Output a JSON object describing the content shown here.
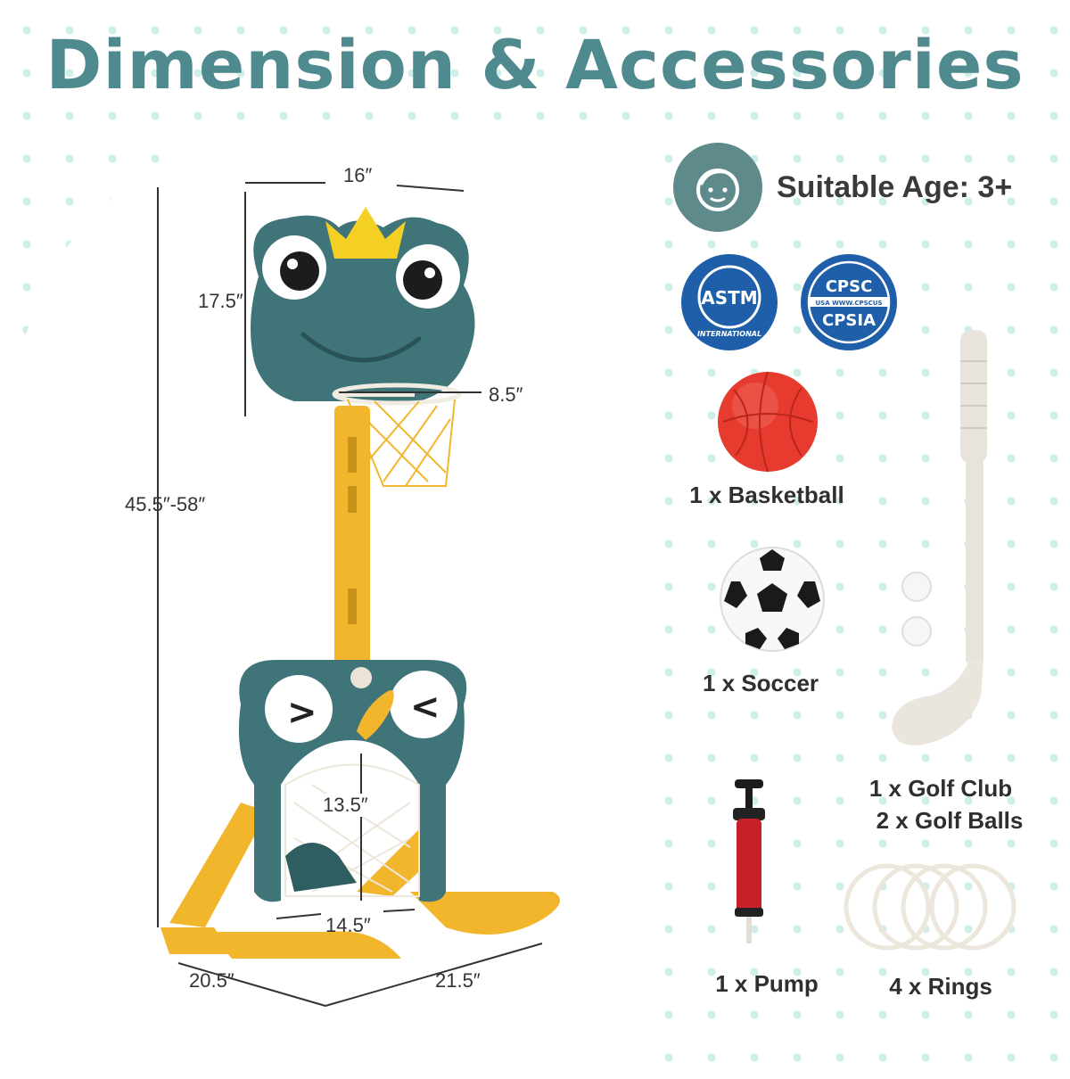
{
  "title": "Dimension & Accessories",
  "age": "Suitable Age: 3+",
  "badges": {
    "astm_top": "ASTM",
    "astm_bottom": "INTERNATIONAL",
    "cpsc_top": "CPSC",
    "cpsc_mid": "USA  WWW.CPSCUS",
    "cpsc_bottom": "CPSIA"
  },
  "dimensions": {
    "width_top": "16″",
    "board_height": "17.5″",
    "rim": "8.5″",
    "total_height": "45.5″-58″",
    "goal_height": "13.5″",
    "goal_width": "14.5″",
    "base_left": "20.5″",
    "base_right": "21.5″"
  },
  "accessories": {
    "basketball": "1 x Basketball",
    "soccer": "1 x Soccer",
    "golf_club": "1 x Golf Club",
    "golf_balls": "2 x Golf Balls",
    "pump": "1 x Pump",
    "rings": "4 x Rings"
  },
  "colors": {
    "title": "#4f8a8e",
    "frog_body": "#3f7478",
    "pole": "#f2b62c",
    "basketball": "#e63b2e"
  }
}
